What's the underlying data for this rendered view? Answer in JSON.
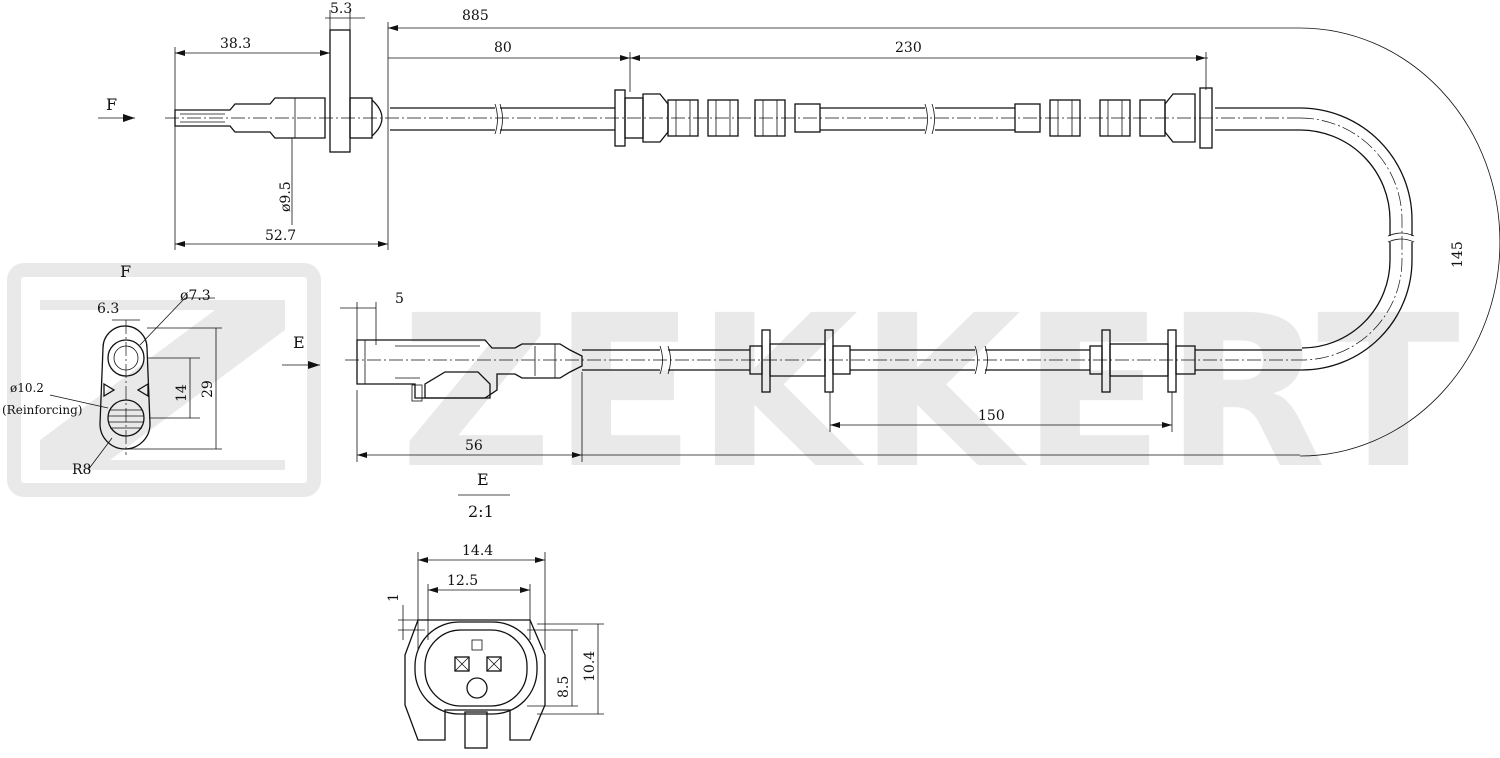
{
  "brand": {
    "watermark_text": "ZEKKERT",
    "watermark_color": "#e9e9e9"
  },
  "dimensions": {
    "d_885": "885",
    "d_5_3": "5.3",
    "d_38_3": "38.3",
    "d_80": "80",
    "d_230": "230",
    "d_9_5": "ø9.5",
    "d_52_7": "52.7",
    "d_145": "145",
    "d_5": "5",
    "d_150": "150",
    "d_56": "56",
    "d_6_3": "6.3",
    "d_7_3": "ø7.3",
    "d_10_2": "ø10.2",
    "reinforcing": "(Reinforcing)",
    "d_14": "14",
    "d_29": "29",
    "r8": "R8",
    "d_14_4": "14.4",
    "d_12_5": "12.5",
    "d_1": "1",
    "d_8_5": "8.5",
    "d_10_4": "10.4"
  },
  "views": {
    "f_arrow": "F",
    "f_title": "F",
    "e_arrow": "E",
    "e_title": "E",
    "e_scale": "2:1"
  }
}
